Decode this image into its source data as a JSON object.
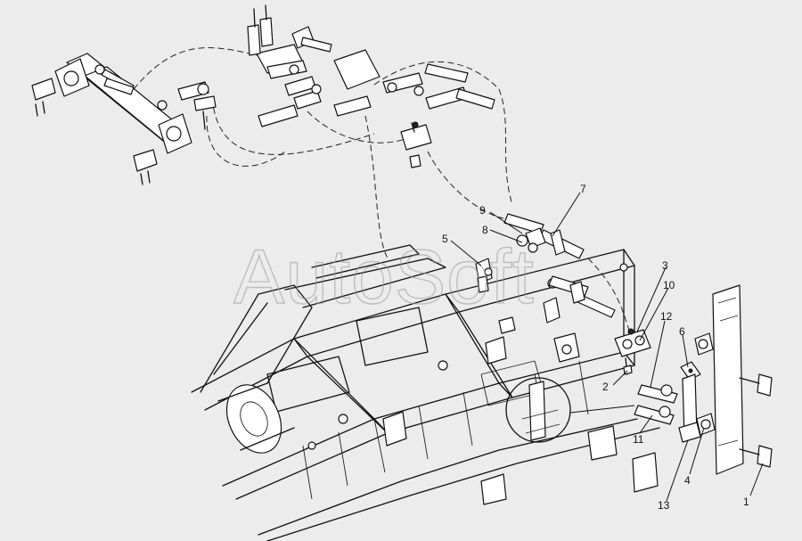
{
  "watermark": "AutoSoft",
  "callouts": {
    "c1": "1",
    "c2": "2",
    "c3": "3",
    "c4": "4",
    "c5": "5",
    "c6": "6",
    "c7": "7",
    "c8": "8",
    "c9": "9",
    "c10": "10",
    "c11": "11",
    "c12": "12",
    "c13": "13"
  },
  "icons": [
    "hydraulic-cylinder-icon",
    "hose-fitting-icon",
    "bolt-icon",
    "nut-icon",
    "bracket-plate-icon",
    "machine-frame-icon"
  ]
}
